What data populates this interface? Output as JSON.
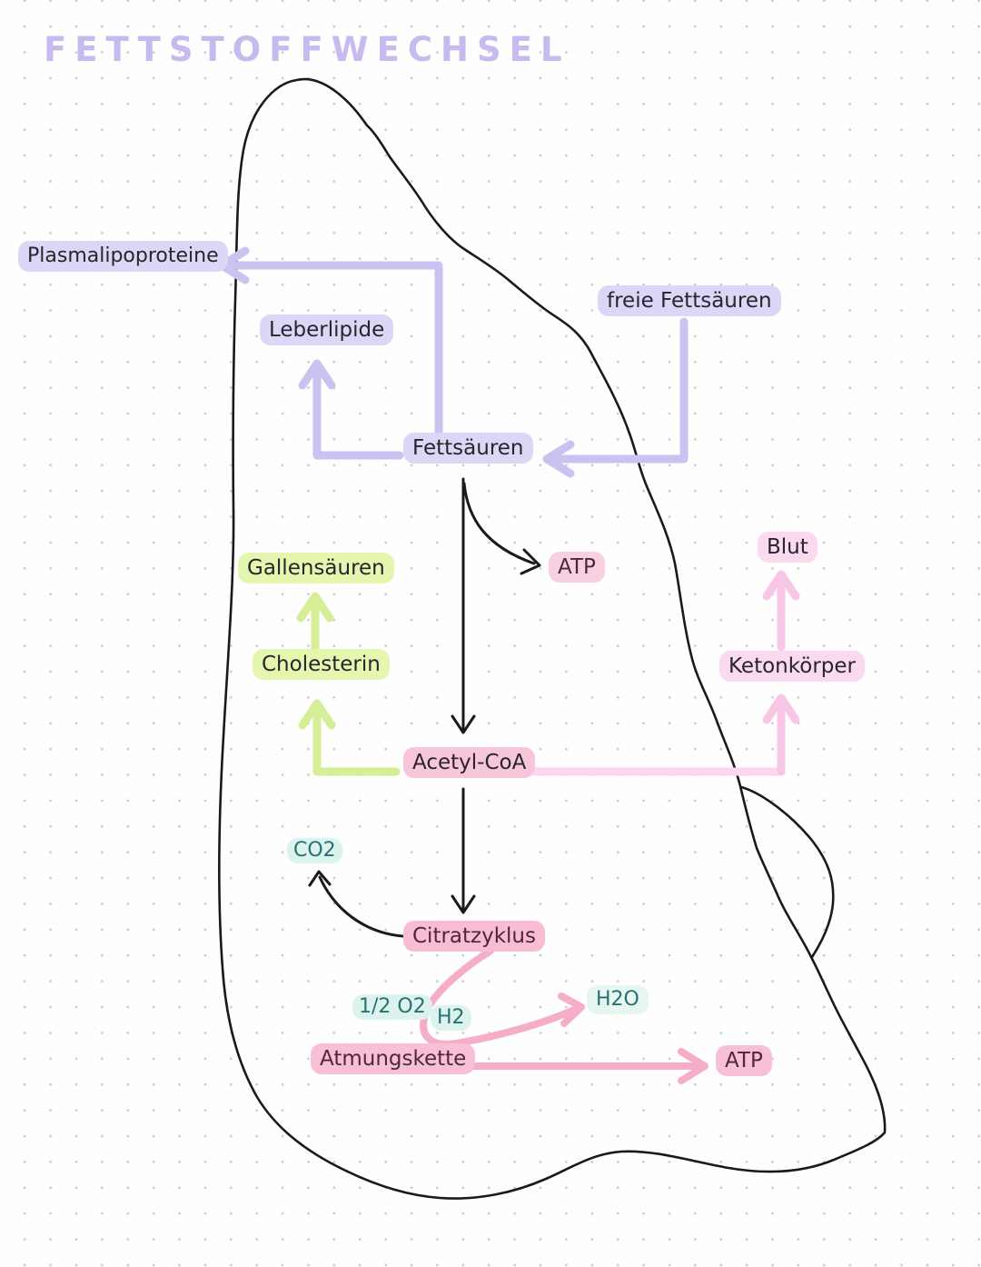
{
  "page": {
    "title": "FETTSTOFFWECHSEL"
  },
  "colors": {
    "title": "#c7baef",
    "ink": "#2a242c",
    "ink_teal": "#2a7074",
    "ink_maroon": "#4f2838",
    "highlight_lavender": "#dcd6f7",
    "highlight_green": "#e5f6ae",
    "highlight_pink_light": "#fbd9ee",
    "highlight_pink_mid": "#f8c4da",
    "highlight_mint": "#dcf2ec",
    "arrow_lavender": "#cbc2f2",
    "arrow_green": "#d6ef97",
    "arrow_pink_light": "#fbd6ee",
    "arrow_pink": "#f8c6e6",
    "arrow_pink_strong": "#f5adca",
    "arrow_black": "#1a1a1a",
    "outline_black": "#1a1a1a"
  },
  "nodes": {
    "plasmalipoproteine": {
      "text": "Plasmalipoproteine"
    },
    "freie_fettsaeuren": {
      "text": "freie Fettsäuren"
    },
    "leberlipide": {
      "text": "Leberlipide"
    },
    "fettsaeuren": {
      "text": "Fettsäuren"
    },
    "gallensaeuren": {
      "text": "Gallensäuren"
    },
    "cholesterin": {
      "text": "Cholesterin"
    },
    "atp_fettsaeuren": {
      "text": "ATP"
    },
    "blut": {
      "text": "Blut"
    },
    "ketonkoerper": {
      "text": "Ketonkörper"
    },
    "acetyl_coa": {
      "text": "Acetyl-CoA"
    },
    "co2": {
      "text": "CO2"
    },
    "citratzyklus": {
      "text": "Citratzyklus"
    },
    "half_o2": {
      "text": "1/2 O2"
    },
    "h2": {
      "text": "H2"
    },
    "h2o": {
      "text": "H2O"
    },
    "atmungskette": {
      "text": "Atmungskette"
    },
    "atp_atmungskette": {
      "text": "ATP"
    }
  }
}
